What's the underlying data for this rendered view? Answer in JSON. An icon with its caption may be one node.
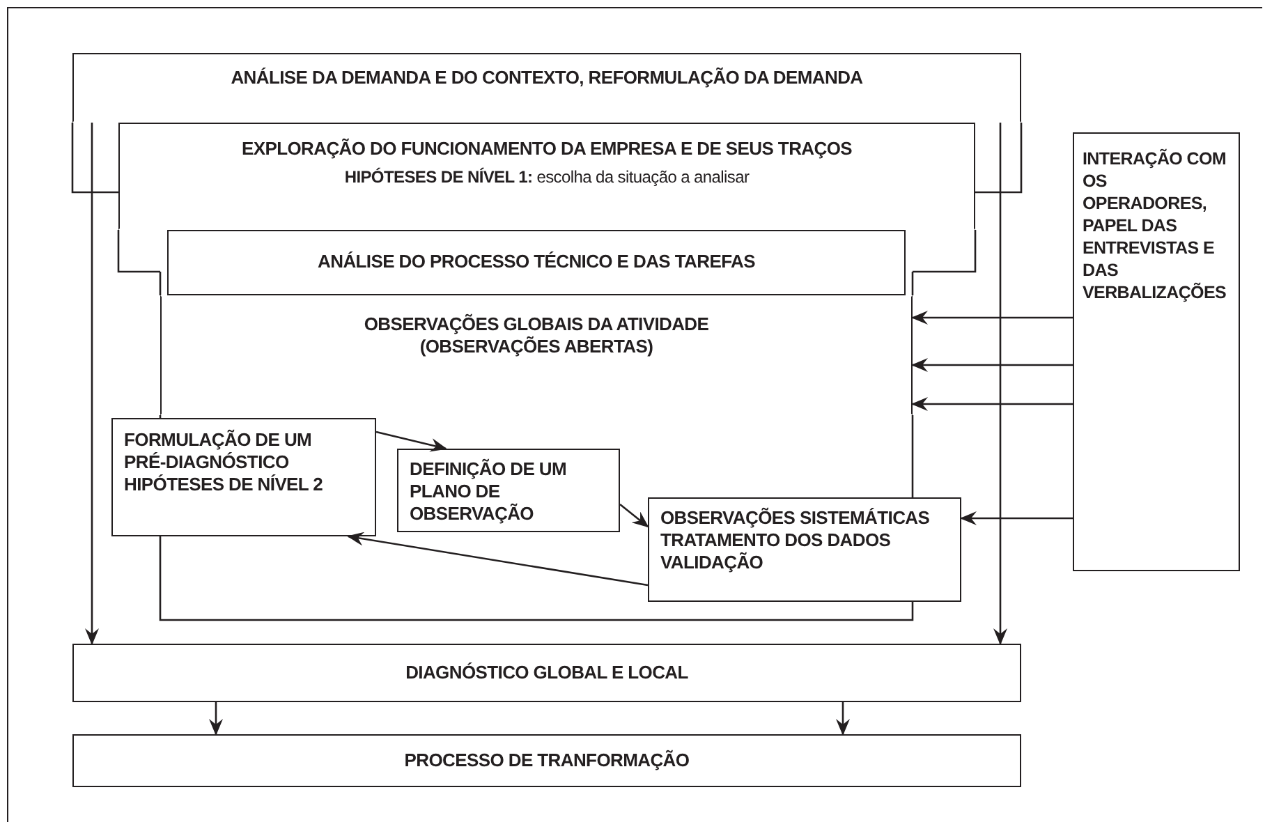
{
  "diagram": {
    "nodes": [
      {
        "text": [
          "ANÁLISE DA DEMANDA E DO CONTEXTO, REFORMULAÇÃO DA DEMANDA"
        ]
      },
      {
        "text": [
          "EXPLORAÇÃO DO FUNCIONAMENTO DA EMPRESA E DE SEUS TRAÇOS",
          "**HIPÓTESES DE NÍVEL 1:** escolha da situação a analisar"
        ]
      },
      {
        "text": [
          "ANÁLISE DO PROCESSO TÉCNICO E DAS TAREFAS"
        ]
      },
      {
        "text": [
          "OBSERVAÇÕES GLOBAIS DA ATIVIDADE (OBSERVAÇÕES ABERTAS)"
        ]
      },
      {
        "text": [
          "FORMULAÇÃO DE UM PRÉ-DIAGNÓSTICO",
          "HIPÓTESES DE NÍVEL 2"
        ]
      },
      {
        "text": [
          "DEFINIÇÃO DE UM PLANO DE OBSERVAÇÃO"
        ]
      },
      {
        "text": [
          "OBSERVAÇÕES SISTEMÁTICAS",
          "TRATAMENTO DOS DADOS",
          "VALIDAÇÃO"
        ]
      },
      {
        "text": [
          "INTERAÇÃO COM OS OPERADORES, PAPEL DAS ENTREVISTAS E DAS VERBALIZAÇÕES"
        ]
      },
      {
        "text": [
          "DIAGNÓSTICO GLOBAL E LOCAL"
        ]
      },
      {
        "text": [
          "PROCESSO DE TRANFORMAÇÃO"
        ]
      }
    ],
    "edges": [
      {
        "from": 4,
        "to": 5,
        "arrow": "to"
      },
      {
        "from": 5,
        "to": 6,
        "arrow": "to"
      },
      {
        "from": 6,
        "to": 4,
        "arrow": "to"
      },
      {
        "from": 0,
        "to": 8,
        "arrow": "to"
      },
      {
        "from": 0,
        "to": 8,
        "arrow": "to"
      },
      {
        "from": 8,
        "to": 9,
        "arrow": "to"
      },
      {
        "from": 8,
        "to": 9,
        "arrow": "to"
      },
      {
        "from": 7,
        "to": 3,
        "arrow": "to"
      },
      {
        "from": 7,
        "to": 3,
        "arrow": "to"
      },
      {
        "from": 7,
        "to": 3,
        "arrow": "to"
      },
      {
        "from": 7,
        "to": 6,
        "arrow": "to"
      }
    ]
  }
}
